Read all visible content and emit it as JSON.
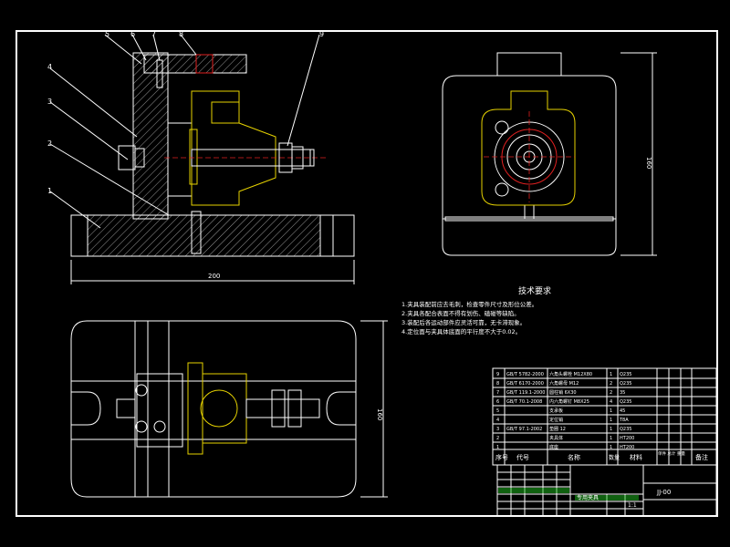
{
  "drawing": {
    "colors": {
      "background": "#000000",
      "lines": "#ffffff",
      "accent_yellow": "#e6d200",
      "accent_red": "#e02020",
      "accent_green": "#20c020",
      "accent_magenta": "#d040d0"
    },
    "callouts": [
      "5",
      "6",
      "7",
      "8",
      "9",
      "4",
      "3",
      "2",
      "1"
    ],
    "dimensions": {
      "front_width": "200",
      "side_height": "160",
      "top_height": "160"
    },
    "tech_requirements": {
      "title": "技术要求",
      "lines": [
        "1.夹具装配前应去毛刺，检查零件尺寸及形位公差。",
        "2.夹具各配合表面不得有划伤、磕碰等缺陷。",
        "3.装配后各运动部件应灵活可靠，无卡滞现象。",
        "4.定位面与夹具体底面的平行度不大于0.02。"
      ]
    },
    "parts_table": {
      "headers": {
        "no": "序号",
        "code": "代号",
        "name": "名称",
        "qty": "数量",
        "material": "材料",
        "weight": "单件 总计 重量",
        "remark": "备注"
      },
      "rows": [
        {
          "no": "9",
          "code": "GB/T 5782-2000",
          "name": "六角头螺栓 M12X80",
          "qty": "1",
          "material": "Q235",
          "remark": ""
        },
        {
          "no": "8",
          "code": "GB/T 6170-2000",
          "name": "六角螺母 M12",
          "qty": "2",
          "material": "Q235",
          "remark": ""
        },
        {
          "no": "7",
          "code": "GB/T 119.1-2000",
          "name": "圆柱销 6X30",
          "qty": "2",
          "material": "35",
          "remark": ""
        },
        {
          "no": "6",
          "code": "GB/T 70.1-2008",
          "name": "内六角螺钉 M8X25",
          "qty": "4",
          "material": "Q235",
          "remark": ""
        },
        {
          "no": "5",
          "code": "",
          "name": "支承板",
          "qty": "1",
          "material": "45",
          "remark": ""
        },
        {
          "no": "4",
          "code": "",
          "name": "定位销",
          "qty": "1",
          "material": "T8A",
          "remark": ""
        },
        {
          "no": "3",
          "code": "GB/T 97.1-2002",
          "name": "垫圈 12",
          "qty": "1",
          "material": "Q235",
          "remark": ""
        },
        {
          "no": "2",
          "code": "",
          "name": "夹具体",
          "qty": "1",
          "material": "HT200",
          "remark": ""
        },
        {
          "no": "1",
          "code": "",
          "name": "底座",
          "qty": "1",
          "material": "HT200",
          "remark": ""
        }
      ]
    },
    "title_block": {
      "name": "专用夹具",
      "drawing_no": "JJ-00",
      "scale": "1:1"
    }
  }
}
